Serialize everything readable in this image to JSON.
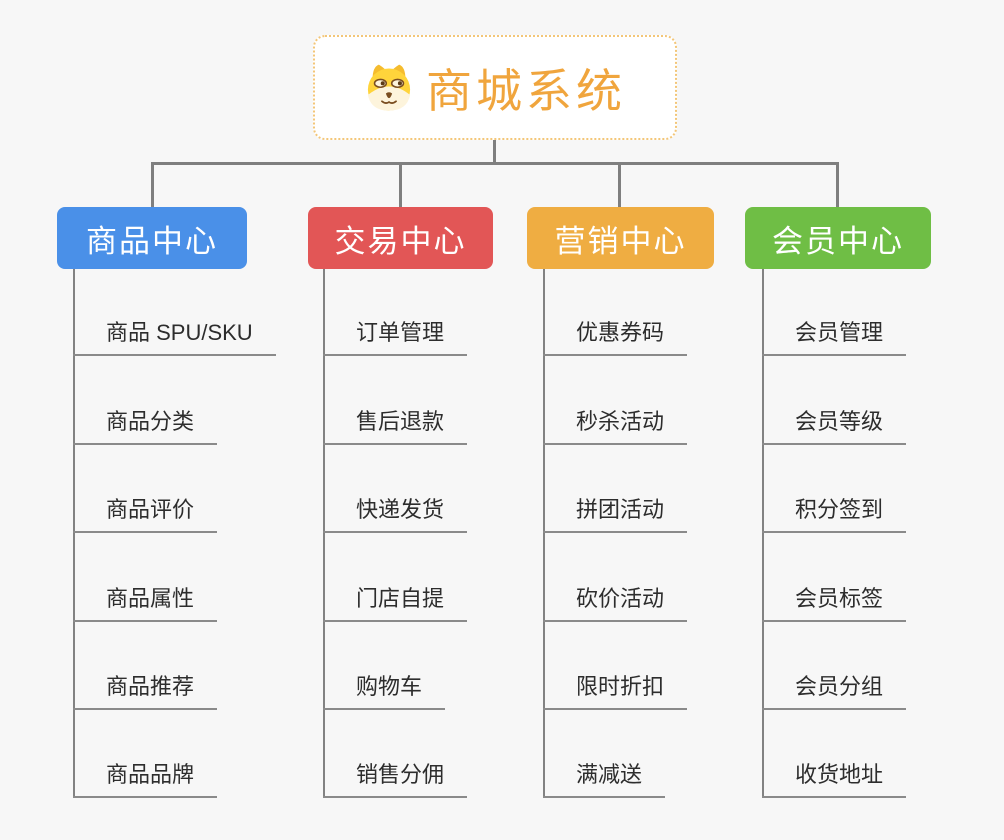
{
  "root": {
    "title": "商城系统",
    "icon": "dog-face-icon",
    "accent_color": "#F0A53D",
    "border_color": "#F3C678"
  },
  "colors": {
    "background": "#F7F7F7",
    "connector": "#7F7F7F",
    "leaf_underline": "#8A8A8A",
    "leaf_text": "#2D2D2D"
  },
  "branches": [
    {
      "label": "商品中心",
      "color": "#4A90E8",
      "children": [
        "商品 SPU/SKU",
        "商品分类",
        "商品评价",
        "商品属性",
        "商品推荐",
        "商品品牌"
      ]
    },
    {
      "label": "交易中心",
      "color": "#E25656",
      "children": [
        "订单管理",
        "售后退款",
        "快递发货",
        "门店自提",
        "购物车",
        "销售分佣"
      ]
    },
    {
      "label": "营销中心",
      "color": "#EFAD42",
      "children": [
        "优惠券码",
        "秒杀活动",
        "拼团活动",
        "砍价活动",
        "限时折扣",
        "满减送"
      ]
    },
    {
      "label": "会员中心",
      "color": "#6FBE45",
      "children": [
        "会员管理",
        "会员等级",
        "积分签到",
        "会员标签",
        "会员分组",
        "收货地址"
      ]
    }
  ]
}
